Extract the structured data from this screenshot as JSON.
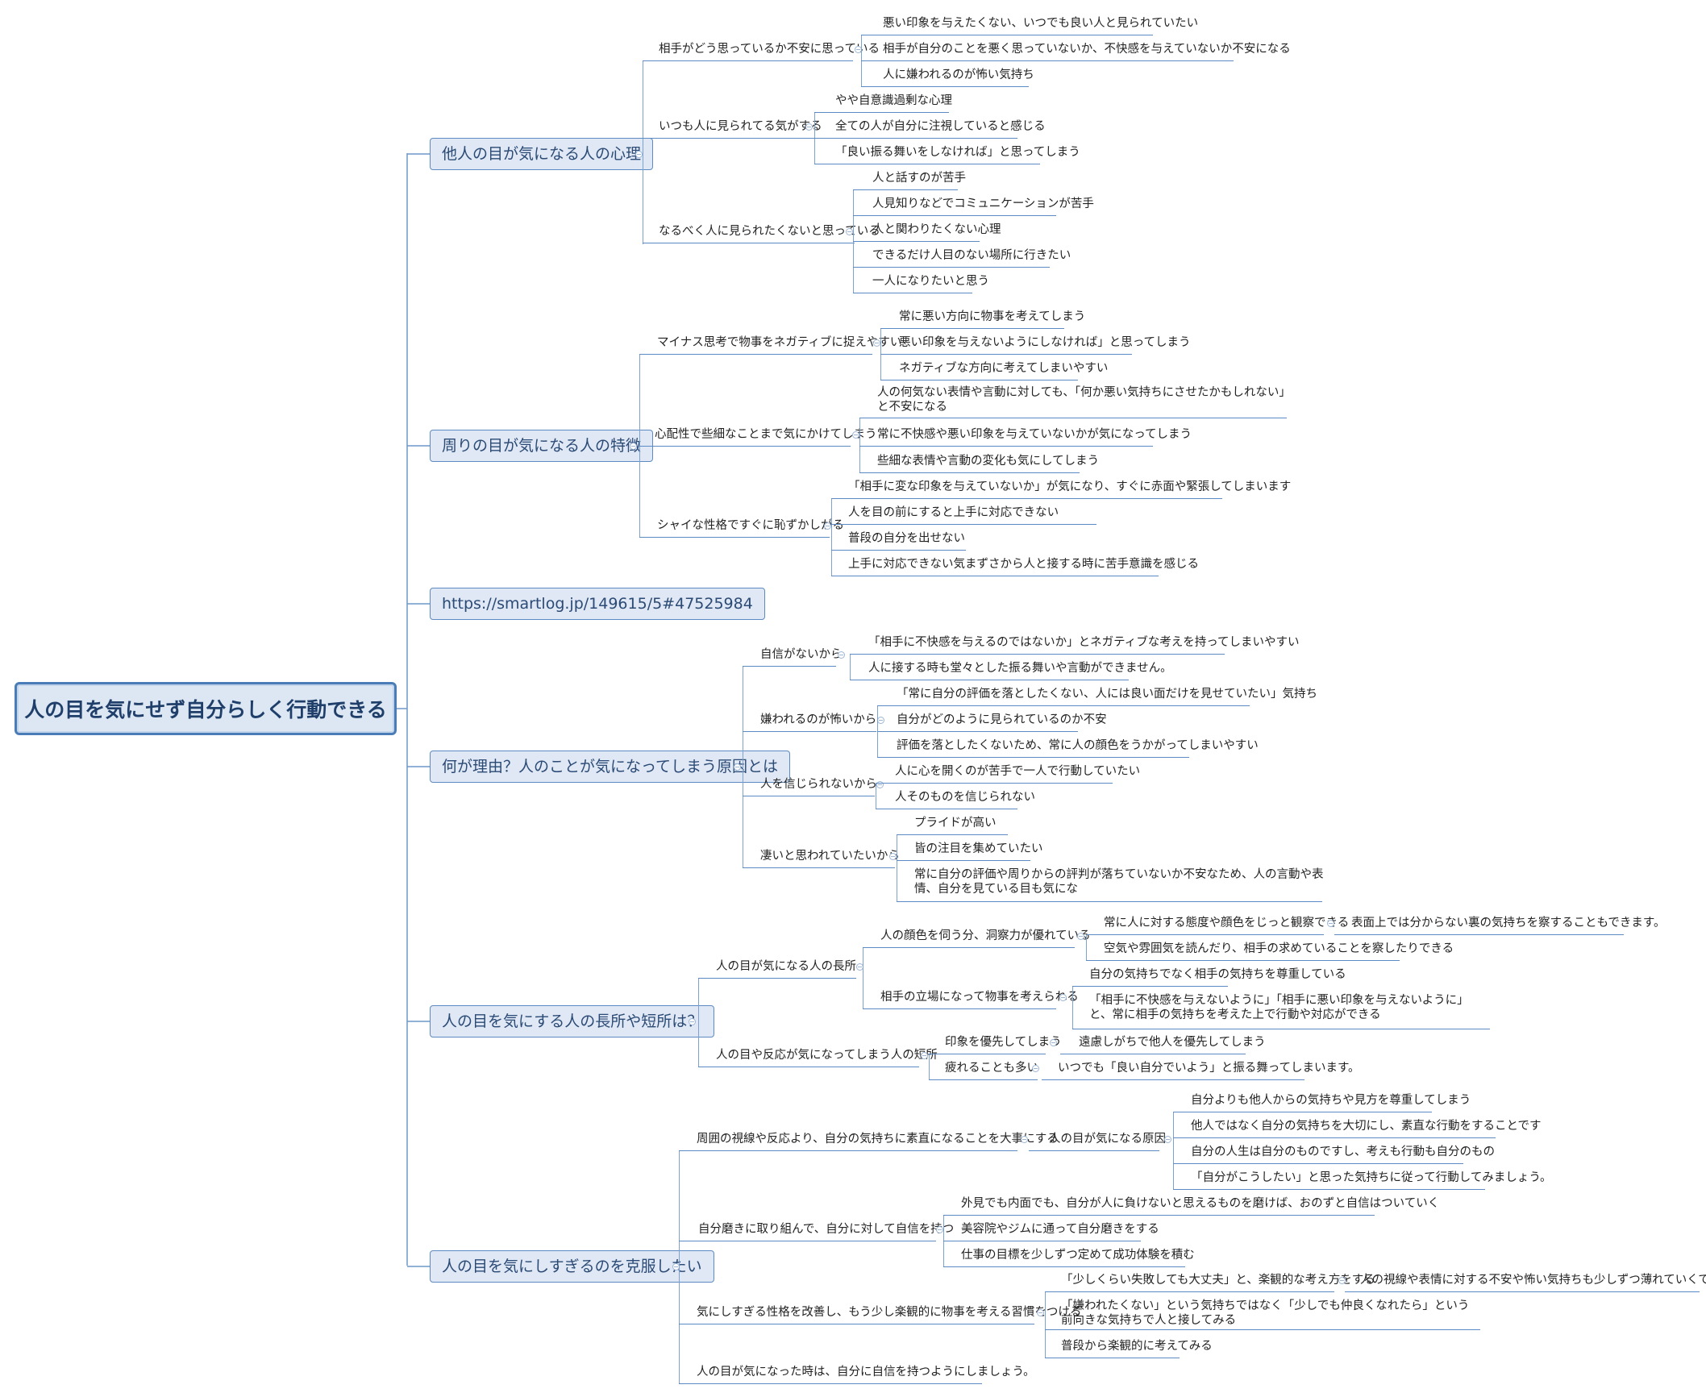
{
  "root": {
    "label": "人の目を気にせず自分らしく行動できる"
  },
  "mains": [
    {
      "label": "他人の目が気になる人の心理",
      "children": [
        {
          "label": "相手がどう思っているか不安に思っている",
          "children": [
            {
              "label": "悪い印象を与えたくない、いつでも良い人と見られていたい"
            },
            {
              "label": "相手が自分のことを悪く思っていないか、不快感を与えていないか不安になる"
            },
            {
              "label": "人に嫌われるのが怖い気持ち"
            }
          ]
        },
        {
          "label": "いつも人に見られてる気がする",
          "children": [
            {
              "label": "やや自意識過剰な心理"
            },
            {
              "label": "全ての人が自分に注視していると感じる"
            },
            {
              "label": "「良い振る舞いをしなければ」と思ってしまう"
            }
          ]
        },
        {
          "label": "なるべく人に見られたくないと思っている",
          "children": [
            {
              "label": "人と話すのが苦手"
            },
            {
              "label": "人見知りなどでコミュニケーションが苦手"
            },
            {
              "label": "人と関わりたくない心理"
            },
            {
              "label": "できるだけ人目のない場所に行きたい"
            },
            {
              "label": "一人になりたいと思う"
            }
          ]
        }
      ]
    },
    {
      "label": "周りの目が気になる人の特徴",
      "children": [
        {
          "label": "マイナス思考で物事をネガティブに捉えやすい",
          "children": [
            {
              "label": "常に悪い方向に物事を考えてしまう"
            },
            {
              "label": "悪い印象を与えないようにしなければ」と思ってしまう"
            },
            {
              "label": "ネガティブな方向に考えてしまいやすい"
            }
          ]
        },
        {
          "label": "心配性で些細なことまで気にかけてしまう",
          "children": [
            {
              "label": "人の何気ない表情や言動に対しても、「何か悪い気持ちにさせたかもしれない」と不安になる"
            },
            {
              "label": "常に不快感や悪い印象を与えていないかが気になってしまう"
            },
            {
              "label": "些細な表情や言動の変化も気にしてしまう"
            }
          ]
        },
        {
          "label": "シャイな性格ですぐに恥ずかしがる",
          "children": [
            {
              "label": "「相手に変な印象を与えていないか」が気になり、すぐに赤面や緊張してしまいます"
            },
            {
              "label": "人を目の前にすると上手に対応できない"
            },
            {
              "label": "普段の自分を出せない"
            },
            {
              "label": "上手に対応できない気まずさから人と接する時に苦手意識を感じる"
            }
          ]
        }
      ]
    },
    {
      "label": "https://smartlog.jp/149615/5#47525984",
      "children": []
    },
    {
      "label": "何が理由？人のことが気になってしまう原因とは",
      "children": [
        {
          "label": "自信がないから",
          "children": [
            {
              "label": "「相手に不快感を与えるのではないか」とネガティブな考えを持ってしまいやすい"
            },
            {
              "label": "人に接する時も堂々とした振る舞いや言動ができません。"
            }
          ]
        },
        {
          "label": "嫌われるのが怖いから",
          "children": [
            {
              "label": "「常に自分の評価を落としたくない、人には良い面だけを見せていたい」気持ち"
            },
            {
              "label": "自分がどのように見られているのか不安"
            },
            {
              "label": "評価を落としたくないため、常に人の顔色をうかがってしまいやすい"
            }
          ]
        },
        {
          "label": "人を信じられないから",
          "children": [
            {
              "label": "人に心を開くのが苦手で一人で行動していたい"
            },
            {
              "label": "人そのものを信じられない"
            }
          ]
        },
        {
          "label": "凄いと思われていたいから",
          "children": [
            {
              "label": "プライドが高い"
            },
            {
              "label": "皆の注目を集めていたい"
            },
            {
              "label": "常に自分の評価や周りからの評判が落ちていないか不安なため、人の言動や表情、自分を見ている目も気にな"
            }
          ]
        }
      ]
    },
    {
      "label": "人の目を気にする人の長所や短所は？",
      "children": [
        {
          "label": "人の目が気になる人の長所",
          "children": [
            {
              "label": "人の顔色を伺う分、洞察力が優れている",
              "children": [
                {
                  "label": "常に人に対する態度や顔色をじっと観察できる",
                  "children": [
                    {
                      "label": "表面上では分からない裏の気持ちを察することもできます。"
                    }
                  ]
                },
                {
                  "label": "空気や雰囲気を読んだり、相手の求めていることを察したりできる"
                }
              ]
            },
            {
              "label": "相手の立場になって物事を考えられる",
              "children": [
                {
                  "label": "自分の気持ちでなく相手の気持ちを尊重している"
                },
                {
                  "label": "「相手に不快感を与えないように」「相手に悪い印象を与えないように」と、常に相手の気持ちを考えた上で行動や対応ができる"
                }
              ]
            }
          ]
        },
        {
          "label": "人の目や反応が気になってしまう人の短所",
          "children": [
            {
              "label": "印象を優先してしまう",
              "children": [
                {
                  "label": "遠慮しがちで他人を優先してしまう"
                }
              ]
            },
            {
              "label": "疲れることも多い",
              "children": [
                {
                  "label": "いつでも「良い自分でいよう」と振る舞ってしまいます。"
                }
              ]
            }
          ]
        }
      ]
    },
    {
      "label": "人の目を気にしすぎるのを克服したい",
      "children": [
        {
          "label": "周囲の視線や反応より、自分の気持ちに素直になることを大事にする",
          "children": [
            {
              "label": "人の目が気になる原因",
              "children": [
                {
                  "label": "自分よりも他人からの気持ちや見方を尊重してしまう"
                },
                {
                  "label": "他人ではなく自分の気持ちを大切にし、素直な行動をすることです"
                },
                {
                  "label": "自分の人生は自分のものですし、考えも行動も自分のもの"
                },
                {
                  "label": "「自分がこうしたい」と思った気持ちに従って行動してみましょう。"
                }
              ]
            }
          ]
        },
        {
          "label": "自分磨きに取り組んで、自分に対して自信を持つ",
          "children": [
            {
              "label": "外見でも内面でも、自分が人に負けないと思えるものを磨けば、おのずと自信はついていく"
            },
            {
              "label": "美容院やジムに通って自分磨きをする"
            },
            {
              "label": "仕事の目標を少しずつ定めて成功体験を積む"
            }
          ]
        },
        {
          "label": "気にしすぎる性格を改善し、もう少し楽観的に物事を考える習慣をつける",
          "children": [
            {
              "label": "「少しくらい失敗しても大丈夫」と、楽観的な考え方をする",
              "children": [
                {
                  "label": "人の視線や表情に対する不安や怖い気持ちも少しずつ薄れていくでしょう"
                }
              ]
            },
            {
              "label": "「嫌われたくない」という気持ちではなく「少しでも仲良くなれたら」という前向きな気持ちで人と接してみる"
            },
            {
              "label": "普段から楽観的に考えてみる"
            }
          ]
        },
        {
          "label": "人の目が気になった時は、自分に自信を持つようにしましょう。",
          "children": []
        }
      ]
    }
  ]
}
